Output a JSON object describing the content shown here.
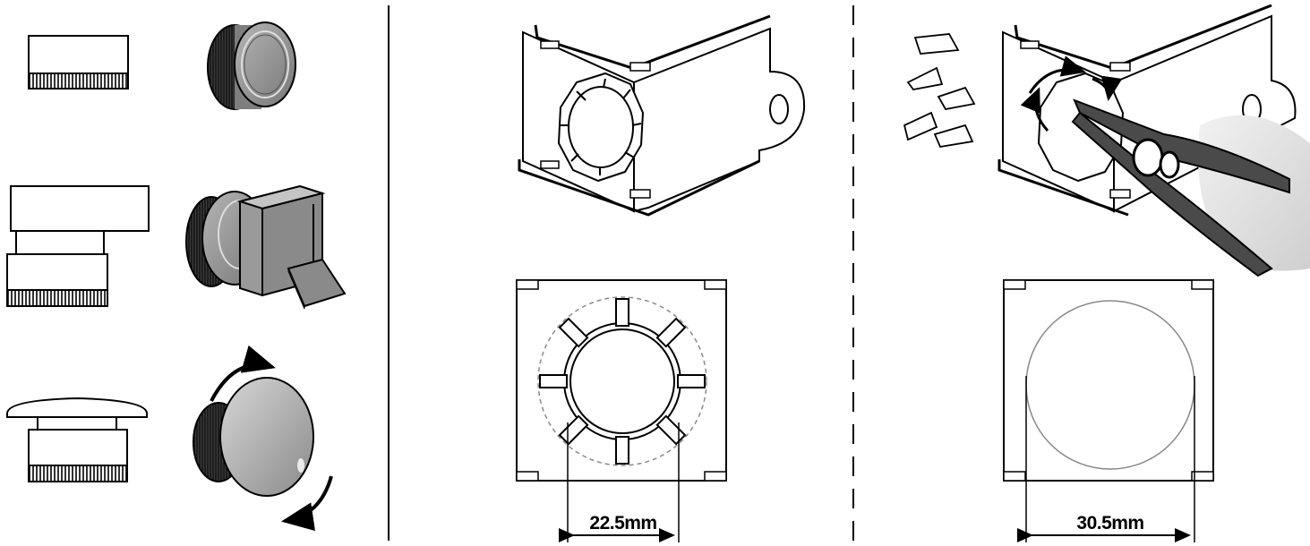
{
  "dimensions": [
    {
      "id": "inner-diameter",
      "label": "22.5mm"
    },
    {
      "id": "outer-diameter",
      "label": "30.5mm"
    }
  ],
  "colors": {
    "line": "#000000",
    "part_fill": "#8c8c8c",
    "part_dark": "#5a5a5a",
    "part_light": "#c8c8c8",
    "bracket_fill": "#ffffff",
    "circle_gray": "#888888",
    "dash_gray": "#8a8a8a"
  },
  "icons": [
    "flush-button-icon",
    "extended-button-icon",
    "mushroom-button-icon",
    "pliers-icon",
    "rotate-arrow-icon"
  ]
}
